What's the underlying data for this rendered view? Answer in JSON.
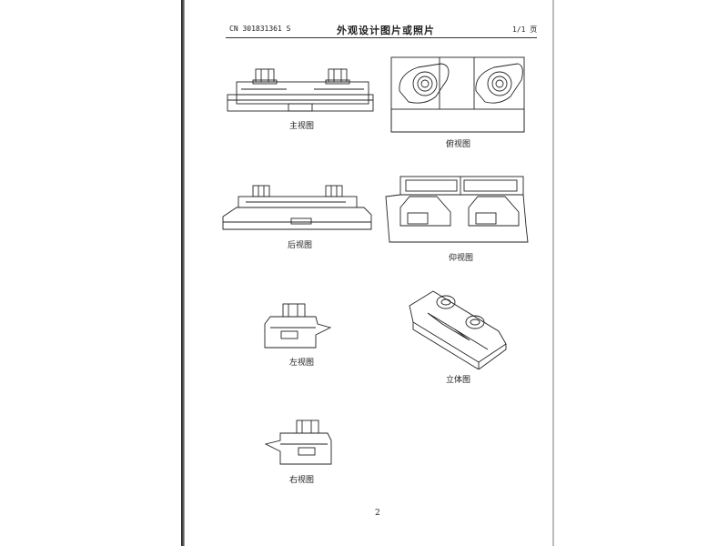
{
  "header": {
    "doc_number": "CN 301831361 S",
    "title": "外观设计图片或照片",
    "page_count": "1/1 页"
  },
  "views": [
    {
      "caption": "主视图"
    },
    {
      "caption": "俯视图"
    },
    {
      "caption": "后视图"
    },
    {
      "caption": "仰视图"
    },
    {
      "caption": "左视图"
    },
    {
      "caption": "立体图"
    },
    {
      "caption": "右视图"
    }
  ],
  "footer": {
    "page_number": "2"
  }
}
